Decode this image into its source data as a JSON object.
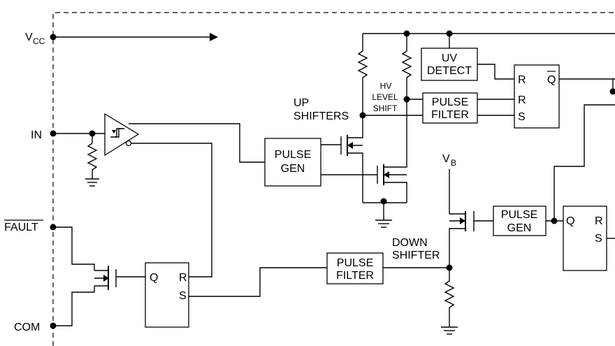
{
  "pins": {
    "vcc": "V",
    "vcc_sub": "CC",
    "in": "IN",
    "fault": "FAULT",
    "com": "COM",
    "vb": "V",
    "vb_sub": "B"
  },
  "blocks": {
    "uv_detect_line1": "UV",
    "uv_detect_line2": "DETECT",
    "pulse_gen_1_line1": "PULSE",
    "pulse_gen_1_line2": "GEN",
    "pulse_gen_2_line1": "PULSE",
    "pulse_gen_2_line2": "GEN",
    "pulse_filter_1_line1": "PULSE",
    "pulse_filter_1_line2": "FILTER",
    "pulse_filter_2_line1": "PULSE",
    "pulse_filter_2_line2": "FILTER"
  },
  "labels": {
    "up_shifters_line1": "UP",
    "up_shifters_line2": "SHIFTERS",
    "hv_level_shift_line1": "HV",
    "hv_level_shift_line2": "LEVEL",
    "hv_level_shift_line3": "SHIFT",
    "down_shifter_line1": "DOWN",
    "down_shifter_line2": "SHIFTER"
  },
  "flipflops": {
    "top_r1": "R",
    "top_qbar": "Q",
    "top_r2": "R",
    "top_s": "S",
    "bottom_q": "Q",
    "bottom_r": "R",
    "bottom_s": "S",
    "right_q": "Q",
    "right_r": "R",
    "right_s": "S"
  }
}
